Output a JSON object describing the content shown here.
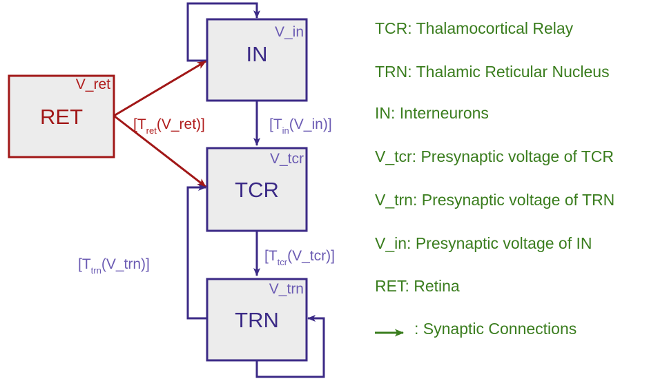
{
  "colors": {
    "box_fill": "#ececec",
    "purple": "#3b2a86",
    "purple_text": "#6b5bb3",
    "red": "#a11717",
    "red_text": "#b01c1c",
    "green": "#3a7d1e"
  },
  "nodes": {
    "ret": {
      "title": "RET",
      "voltage": "V_ret"
    },
    "in": {
      "title": "IN",
      "voltage": "V_in"
    },
    "tcr": {
      "title": "TCR",
      "voltage": "V_tcr"
    },
    "trn": {
      "title": "TRN",
      "voltage": "V_trn"
    }
  },
  "edge_labels": {
    "ret": {
      "open": "[T",
      "sub": "ret",
      "rest": "(V_ret)]"
    },
    "in": {
      "open": "[T",
      "sub": "in",
      "rest": "(V_in)]"
    },
    "tcr": {
      "open": "[T",
      "sub": "tcr",
      "rest": "(V_tcr)]"
    },
    "trn": {
      "open": "[T",
      "sub": "trn",
      "rest": "(V_trn)]"
    }
  },
  "legend": [
    "TCR: Thalamocortical Relay",
    "TRN: Thalamic Reticular Nucleus",
    "IN: Interneurons",
    "V_tcr: Presynaptic voltage of TCR",
    "V_trn: Presynaptic voltage of TRN",
    "V_in: Presynaptic voltage of IN",
    "RET: Retina"
  ],
  "legend_arrow_label": ": Synaptic Connections"
}
